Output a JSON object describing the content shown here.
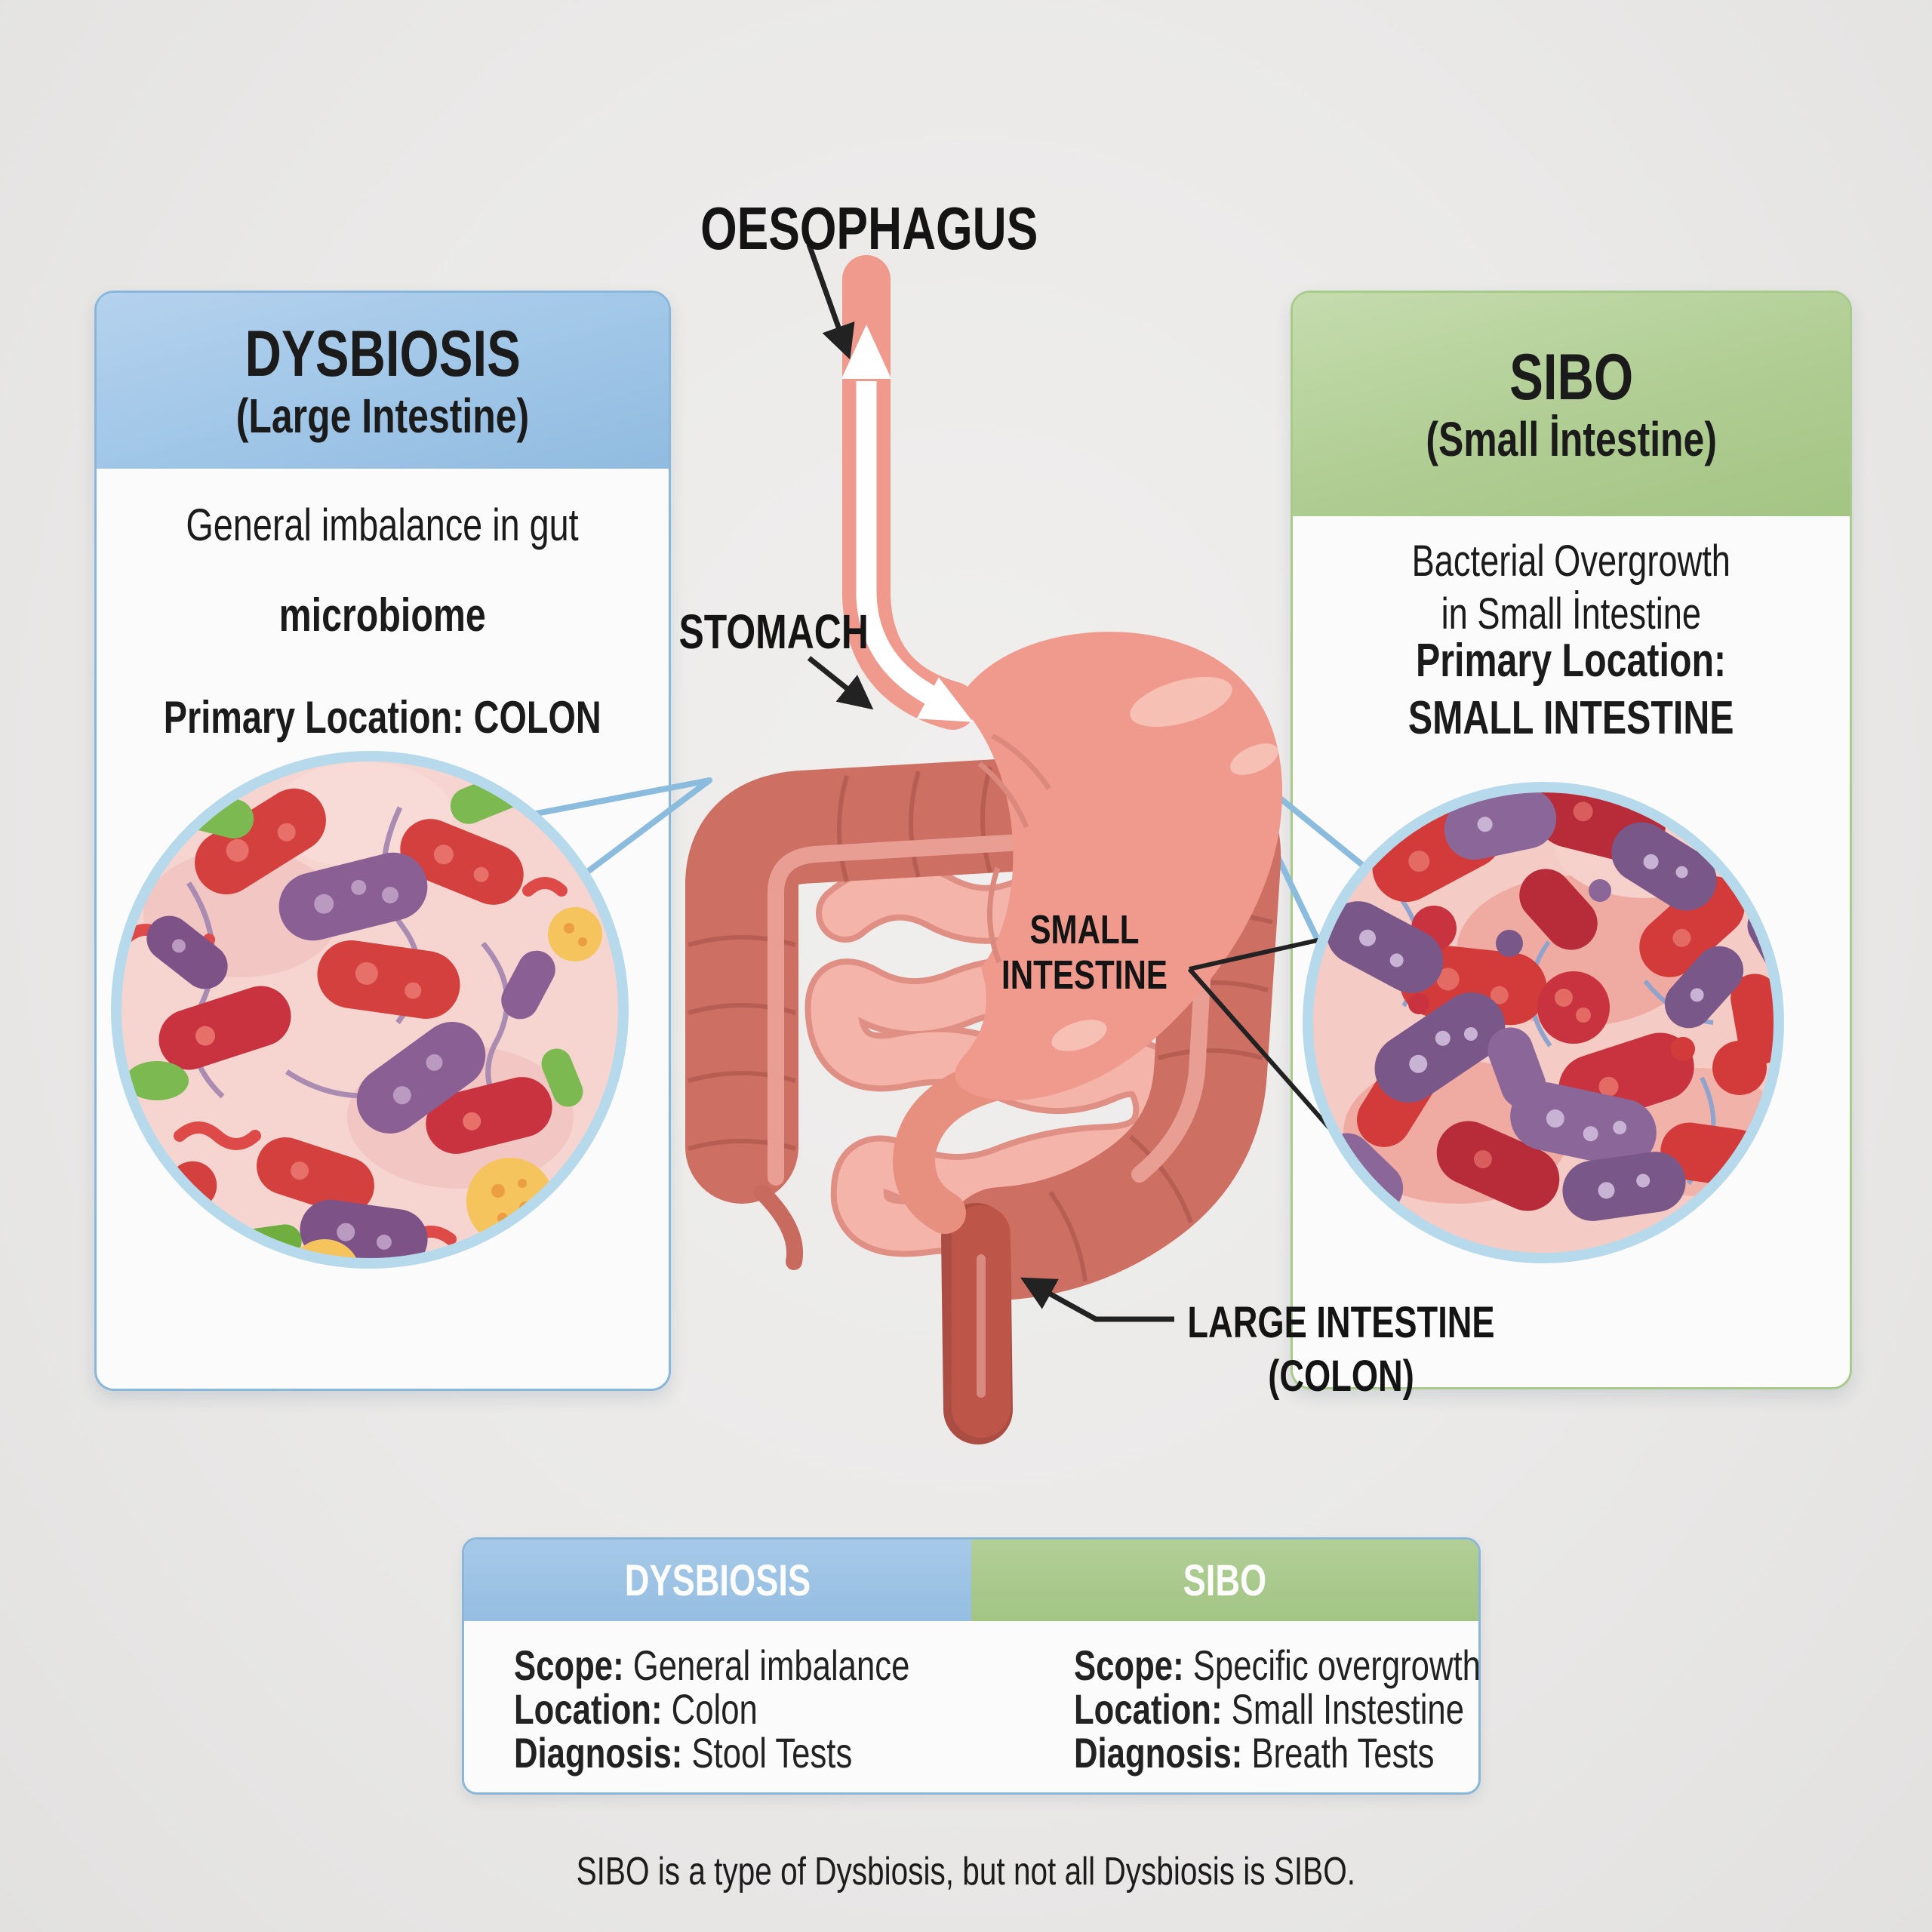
{
  "anatomy": {
    "oesophagus_label": "OESOPHAGUS",
    "stomach_label": "STOMACH",
    "small_intestine_label_line1": "SMALL",
    "small_intestine_label_line2": "INTESTINE",
    "large_intestine_label_line1": "LARGE INTESTINE",
    "large_intestine_label_line2": "(COLON)"
  },
  "left_card": {
    "title": "DYSBIOSIS",
    "subtitle": "(Large Intestine)",
    "body_line1": "General imbalance in gut",
    "body_line2": "microbiome",
    "location_line": "Primary Location: COLON"
  },
  "right_card": {
    "title": "SIBO",
    "subtitle": "(Small İntestine)",
    "body_line1": "Bacterial Overgrowth",
    "body_line2": "in Small İntestine",
    "location_line1": "Primary Location:",
    "location_line2": "SMALL INTESTINE"
  },
  "comparison_table": {
    "columns": [
      {
        "header": "DYSBIOSIS",
        "rows": [
          {
            "label": "Scope:",
            "value": " General imbalance"
          },
          {
            "label": "Location:",
            "value": " Colon"
          },
          {
            "label": "Diagnosis:",
            "value": " Stool Tests"
          }
        ]
      },
      {
        "header": "SIBO",
        "rows": [
          {
            "label": "Scope:",
            "value": " Specific overgrowth"
          },
          {
            "label": "Location:",
            "value": " Small Instestine"
          },
          {
            "label": "Diagnosis:",
            "value": " Breath Tests"
          }
        ]
      }
    ]
  },
  "caption": "SIBO is a type of Dysbiosis, but not all Dysbiosis is SIBO.",
  "colors": {
    "background": "#eae9e8",
    "dysbiosis_accent_blue": "#9cc2e3",
    "sibo_accent_green": "#a9ca8c",
    "card_border_blue": "#87b7da",
    "card_border_green": "#a9cb8a",
    "inset_ring_blue": "#b7d9ec",
    "organ_salmon": "#f0998d",
    "colon_rose": "#ce6f63",
    "small_intestine_pink": "#f4b4aa",
    "bacteria_red": "#d4403e",
    "bacteria_purple": "#8a5f93",
    "bacteria_green": "#7cb950",
    "bacteria_yellow": "#f5c45d",
    "label_text": "#141414"
  }
}
